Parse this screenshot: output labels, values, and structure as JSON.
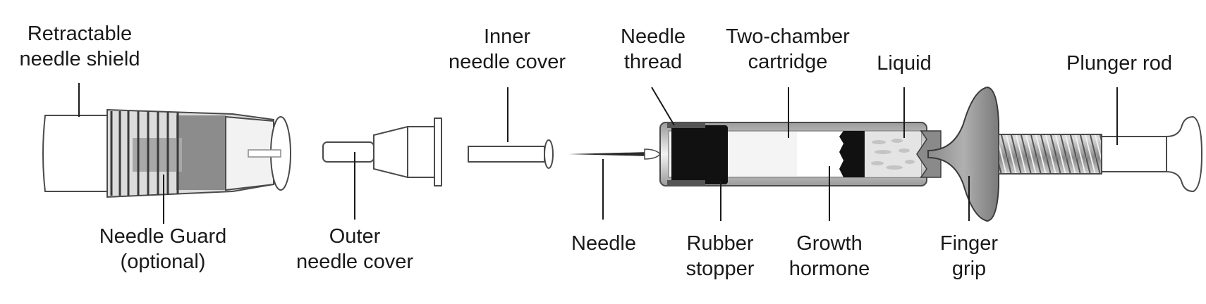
{
  "labels": {
    "retractable_needle_shield": [
      "Retractable",
      "needle shield"
    ],
    "needle_guard": [
      "Needle Guard",
      "(optional)"
    ],
    "outer_needle_cover": [
      "Outer",
      "needle cover"
    ],
    "inner_needle_cover": [
      "Inner",
      "needle cover"
    ],
    "needle": [
      "Needle"
    ],
    "needle_thread": [
      "Needle",
      "thread"
    ],
    "two_chamber_cartridge": [
      "Two-chamber",
      "cartridge"
    ],
    "rubber_stopper": [
      "Rubber",
      "stopper"
    ],
    "growth_hormone": [
      "Growth",
      "hormone"
    ],
    "liquid": [
      "Liquid"
    ],
    "finger_grip": [
      "Finger",
      "grip"
    ],
    "plunger_rod": [
      "Plunger rod"
    ]
  },
  "colors": {
    "outline": "#3a3a3a",
    "dark_gray": "#8c8c8c",
    "mid_gray": "#b8b8b8",
    "light_gray": "#e0e0e0",
    "black": "#111111",
    "liquid": "#e4e4e4"
  }
}
